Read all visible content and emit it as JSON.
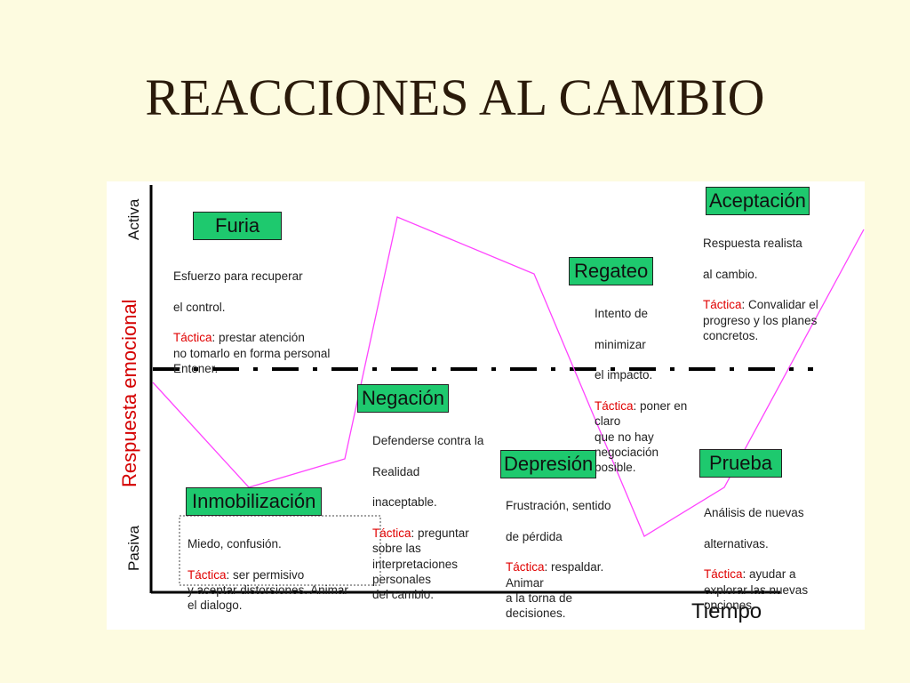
{
  "title": "REACCIONES AL CAMBIO",
  "axes": {
    "y_title": "Respuesta emocional",
    "y_top": "Activa",
    "y_bottom": "Pasiva",
    "x_title": "Tiempo"
  },
  "tactic_label": "Táctica",
  "stages": [
    {
      "id": "furia",
      "label": "Furia",
      "lines": [
        "Esfuerzo para recuperar",
        "el control."
      ],
      "tactic": ": prestar atención\nno tomarlo en forma personal\nEntener."
    },
    {
      "id": "negacion",
      "label": "Negación",
      "lines": [
        "Defenderse contra la",
        "Realidad",
        "inaceptable."
      ],
      "tactic": ": preguntar\nsobre las\ninterpretaciones\npersonales\ndel cambio."
    },
    {
      "id": "inmovilizacion",
      "label": "Inmobilización",
      "lines": [
        "Miedo, confusión."
      ],
      "tactic": ": ser permisivo\ny aceptar distorsiones. Animar\nel dialogo."
    },
    {
      "id": "regateo",
      "label": "Regateo",
      "lines": [
        "Intento de",
        "minimizar",
        "el impacto."
      ],
      "tactic": ": poner en\nclaro\nque no hay\nnegociación\nposible."
    },
    {
      "id": "depresion",
      "label": "Depresión",
      "lines": [
        "Frustración, sentido",
        "de pérdida"
      ],
      "tactic": ": respaldar.\nAnimar\na la torna de\ndecisiones."
    },
    {
      "id": "aceptacion",
      "label": "Aceptación",
      "lines": [
        "Respuesta realista",
        "al cambio."
      ],
      "tactic": ": Convalidar el\nprogreso y los planes\nconcretos."
    },
    {
      "id": "prueba",
      "label": "Prueba",
      "lines": [
        "Análisis de nuevas",
        "alternativas."
      ],
      "tactic": ": ayudar a\nexplorar las nuevas\nopciones."
    }
  ],
  "colors": {
    "curve": "#ff44ff",
    "stage_fill": "#1ec96e",
    "tactic": "#e00000",
    "axis": "#000000"
  }
}
